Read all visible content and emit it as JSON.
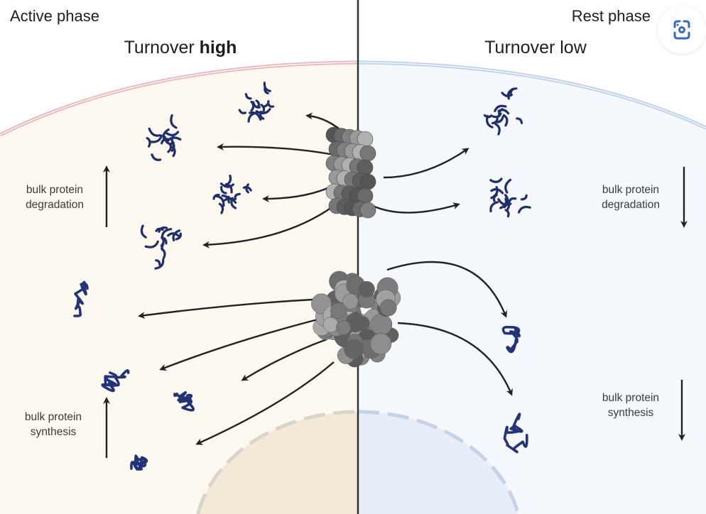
{
  "left": {
    "phase": "Active phase",
    "turnover_prefix": "Turnover ",
    "turnover_level": "high",
    "degradation": [
      "bulk protein",
      "degradation"
    ],
    "synthesis": [
      "bulk protein",
      "synthesis"
    ]
  },
  "right": {
    "phase": "Rest phase",
    "turnover": "Turnover low",
    "degradation": [
      "bulk protein",
      "degradation"
    ],
    "synthesis": [
      "bulk protein",
      "synthesis"
    ]
  },
  "colors": {
    "left_bg": "#fdf9f1",
    "right_bg": "#f5f8fd",
    "membrane_left": "#e8b4bd",
    "membrane_right": "#bcd0ee",
    "protein": "#22337a",
    "lens": "#3a67c4"
  },
  "icons": {
    "lens_button": "visual-search-icon"
  }
}
